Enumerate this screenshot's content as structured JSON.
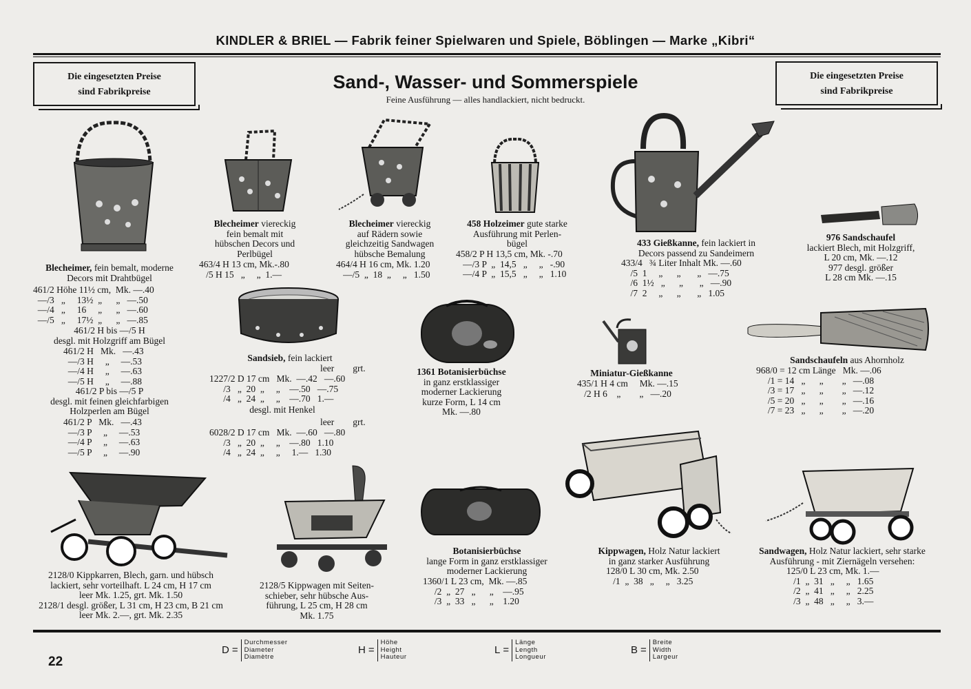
{
  "header": "KINDLER & BRIEL — Fabrik feiner Spielwaren und Spiele, Böblingen — Marke „Kibri“",
  "price_box_left": [
    "Die eingesetzten Preise",
    "sind Fabrikpreise"
  ],
  "price_box_right": [
    "Die eingesetzten Preise",
    "sind Fabrikpreise"
  ],
  "title": "Sand-, Wasser- und Sommerspiele",
  "subtitle": "Feine Ausführung — alles handlackiert, nicht bedruckt.",
  "products": {
    "blecheimer_round": {
      "name": "Blecheimer,",
      "desc": [
        " fein bemalt, moderne",
        "Decors mit Drahtbügel"
      ],
      "rows": [
        "461/2 Höhe 11½ cm,  Mk. —.40",
        "  —/3   „     13½  „      „   —.50",
        "  —/4   „     16     „      „   —.60",
        "  —/5   „     17½  „      „   —.85"
      ],
      "sub1": [
        "461/2 H bis —/5 H",
        "desgl. mit Holzgriff am Bügel"
      ],
      "rows1": [
        "461/2 H   Mk.   —.43",
        "  —/3 H     „     —.53",
        "  —/4 H     „     —.63",
        "  —/5 H     „     —.88"
      ],
      "sub2": [
        "461/2 P bis —/5 P",
        "desgl. mit feinen gleichfarbigen",
        "Holzperlen am Bügel"
      ],
      "rows2": [
        "461/2 P   Mk.   —.43",
        "  —/3 P     „     —.53",
        "  —/4 P     „     —.63",
        "  —/5 P     „     —.90"
      ]
    },
    "blecheimer_square": {
      "name": "Blecheimer",
      "desc": [
        " viereckig",
        "fein bemalt mit",
        "hübschen Decors und",
        "Perlbügel"
      ],
      "rows": [
        "463/4 H 13 cm, Mk.-.80",
        "   /5 H 15   „     „  1.—"
      ]
    },
    "blecheimer_wheels": {
      "name": "Blecheimer",
      "desc": [
        " viereckig",
        "auf Rädern sowie",
        "gleichzeitig Sandwagen",
        "hübsche Bemalung"
      ],
      "rows": [
        "464/4 H 16 cm, Mk. 1.20",
        "   —/5  „  18  „     „   1.50"
      ]
    },
    "holzeimer": {
      "name": "458 Holzeimer",
      "desc": [
        " gute starke",
        "Ausführung mit Perlen-",
        "bügel"
      ],
      "rows": [
        "458/2 P H 13,5 cm, Mk. -.70",
        "   —/3 P  „  14,5   „     „   -.90",
        "   —/4 P  „  15,5   „     „   1.10"
      ]
    },
    "giesskanne": {
      "name": "433 Gießkanne,",
      "desc": [
        " fein lackiert in",
        "Decors passend zu Sandeimern"
      ],
      "rows": [
        "433/4   ¾ Liter Inhalt Mk. —.60",
        "    /5  1     „      „       „   —.75",
        "    /6  1½   „      „       „   —.90",
        "    /7  2     „      „       „   1.05"
      ]
    },
    "sandschaufel_blech": {
      "name": "976 Sandschaufel",
      "desc": [
        "lackiert Blech, mit Holzgriff,",
        "L 20 cm, Mk. —.12",
        "977 desgl. größer",
        "L 28 cm Mk. —.15"
      ]
    },
    "sandsieb": {
      "name": "Sandsieb,",
      "desc": " fein lackiert",
      "head1": "leer        grt.",
      "rows1": [
        "1227/2 D 17 cm   Mk.  —.42   —.60",
        "      /3   „  20  „     „    —.50   —.75",
        "      /4   „  24  „     „    —.70   1.—"
      ],
      "sub": "desgl. mit Henkel",
      "head2": "leer        grt.",
      "rows2": [
        "6028/2 D 17 cm   Mk.  —.60   —.80",
        "      /3   „  20  „     „    —.80   1.10",
        "      /4   „  24  „     „     1.—   1.30"
      ]
    },
    "botanisier_kurz": {
      "name": "1361 Botanisierbüchse",
      "desc": [
        "in ganz erstklassiger",
        "moderner Lackierung",
        "kurze Form, L 14 cm",
        "Mk. —.80"
      ]
    },
    "miniatur_giesskanne": {
      "name": "Miniatur-Gießkanne",
      "rows": [
        "435/1 H 4 cm     Mk. —.15",
        "   /2 H 6    „        „   —.20"
      ]
    },
    "sandschaufeln_holz": {
      "name": "Sandschaufeln",
      "desc": " aus Ahornholz",
      "rows": [
        "968/0 = 12 cm Länge   Mk. —.06",
        "     /1 = 14   „      „        „   —.08",
        "     /3 = 17   „      „        „   —.12",
        "     /5 = 20   „      „        „   —.16",
        "     /7 = 23   „      „        „   —.20"
      ]
    },
    "kippkarren": {
      "text": [
        "2128/0 Kippkarren, Blech, garn. und hübsch",
        "lackiert, sehr vorteilhaft. L 24 cm, H 17 cm",
        "leer Mk. 1.25, grt. Mk. 1.50",
        "2128/1 desgl. größer, L 31 cm, H 23 cm, B 21 cm",
        "leer Mk. 2.—, grt. Mk. 2.35"
      ]
    },
    "kippwagen_blech": {
      "text": [
        "2128/5 Kippwagen mit Seiten-",
        "schieber, sehr hübsche Aus-",
        "führung, L 25 cm, H 28 cm",
        "Mk. 1.75"
      ]
    },
    "botanisier_lang": {
      "name": "Botanisierbüchse",
      "desc": [
        "lange Form in ganz erstklassiger",
        "moderner Lackierung"
      ],
      "rows": [
        "1360/1 L 23 cm,  Mk. —.85",
        "     /2  „  27   „      „    —.95",
        "     /3  „  33   „      „    1.20"
      ]
    },
    "kippwagen_holz": {
      "name": "Kippwagen,",
      "desc": [
        " Holz Natur lackiert",
        "in ganz starker Ausführung"
      ],
      "rows": [
        "128/0 L 30 cm, Mk. 2.50",
        "   /1  „  38   „     „   3.25"
      ]
    },
    "sandwagen": {
      "name": "Sandwagen,",
      "desc": [
        " Holz Natur lackiert, sehr starke",
        "Ausführung - mit Ziernägeln versehen:"
      ],
      "rows": [
        "125/0 L 23 cm, Mk. 1.—",
        "   /1  „  31   „     „   1.65",
        "   /2  „  41   „     „   2.25",
        "   /3  „  48   „     „   3.—"
      ]
    }
  },
  "legend": [
    {
      "letter": "D",
      "words": [
        "Durchmesser",
        "Diameter",
        "Diamètre"
      ]
    },
    {
      "letter": "H",
      "words": [
        "Höhe",
        "Height",
        "Hauteur"
      ]
    },
    {
      "letter": "L",
      "words": [
        "Länge",
        "Length",
        "Longueur"
      ]
    },
    {
      "letter": "B",
      "words": [
        "Breite",
        "Width",
        "Largeur"
      ]
    }
  ],
  "page_number": "22"
}
